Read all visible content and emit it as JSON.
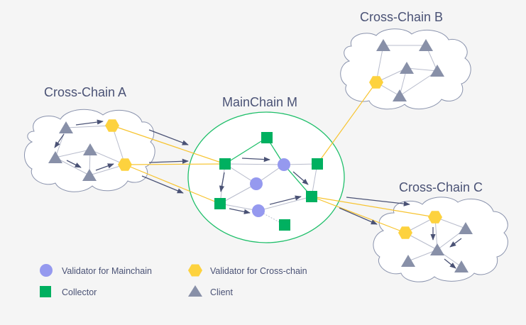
{
  "colors": {
    "background": "#f5f5f5",
    "text": "#4a5275",
    "mainchain_validator": "#9599ef",
    "crosschain_validator": "#fdd23e",
    "collector": "#00b060",
    "client": "#8890a8",
    "edge": "#b8bccc",
    "green_edge": "#1fbf6a",
    "yellow_link": "#f7c430",
    "arrow": "#4a5275",
    "cloud_stroke": "#8a93ad"
  },
  "titles": {
    "cross_chain_a": "Cross-Chain A",
    "main_chain": "MainChain M",
    "cross_chain_b": "Cross-Chain B",
    "cross_chain_c": "Cross-Chain C"
  },
  "legend": [
    {
      "shape": "circle",
      "label": "Validator for Mainchain"
    },
    {
      "shape": "hexagon",
      "label": "Validator for Cross-chain"
    },
    {
      "shape": "square",
      "label": "Collector"
    },
    {
      "shape": "triangle",
      "label": "Client"
    }
  ]
}
